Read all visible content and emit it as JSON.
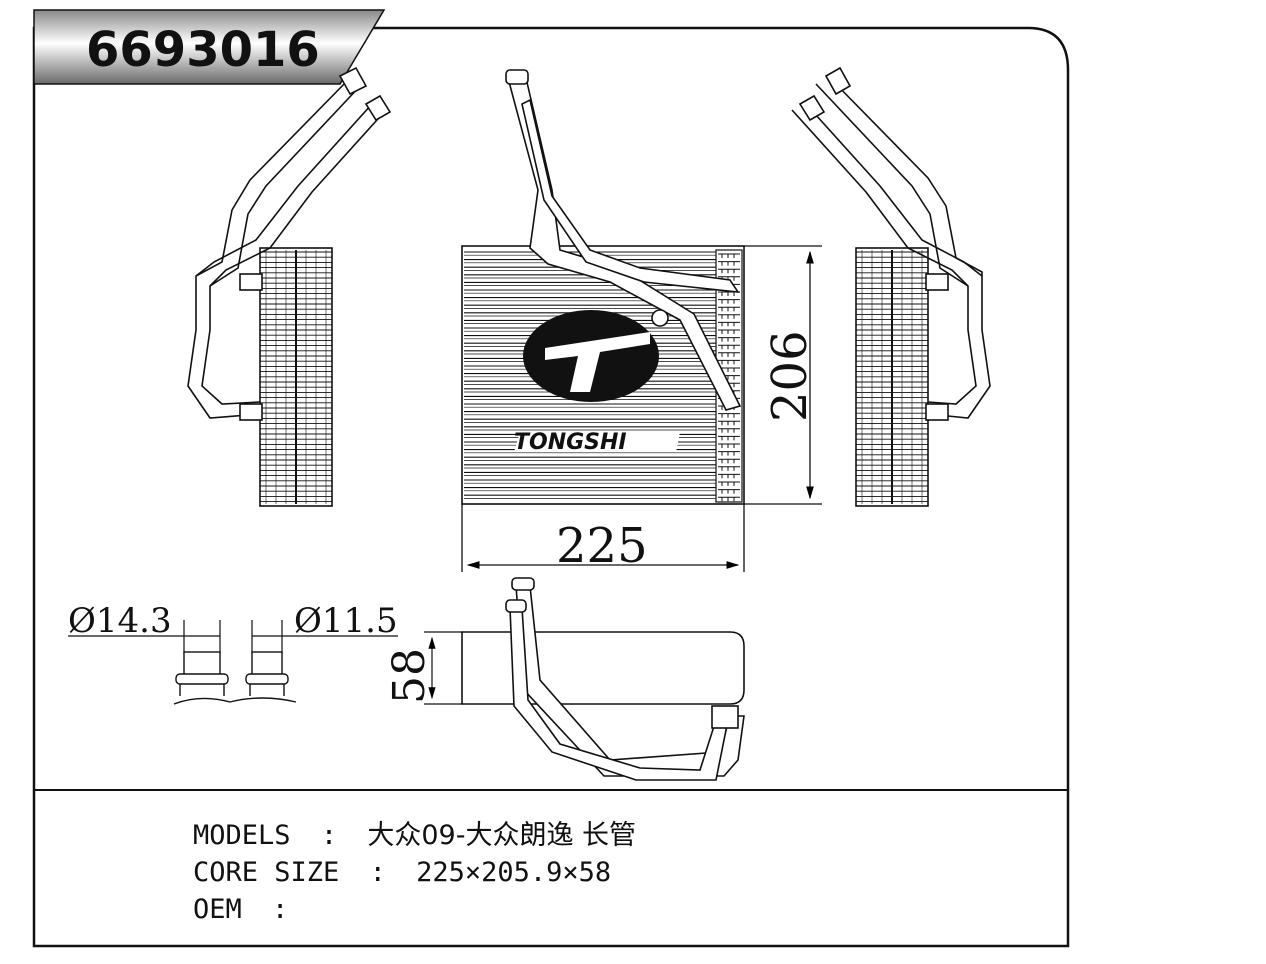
{
  "part_number": "6693016",
  "dimensions": {
    "width": "225",
    "height": "206",
    "depth": "58",
    "pipe_large": "Ø14.3",
    "pipe_small": "Ø11.5"
  },
  "brand_logo_text": "TONGSHI",
  "info": {
    "models_label": "MODELS",
    "models_value": "大众09-大众朗逸 长管",
    "core_size_label": "CORE SIZE",
    "core_size_value": "225×205.9×58",
    "oem_label": "OEM",
    "oem_value": "",
    "separator": ":"
  }
}
